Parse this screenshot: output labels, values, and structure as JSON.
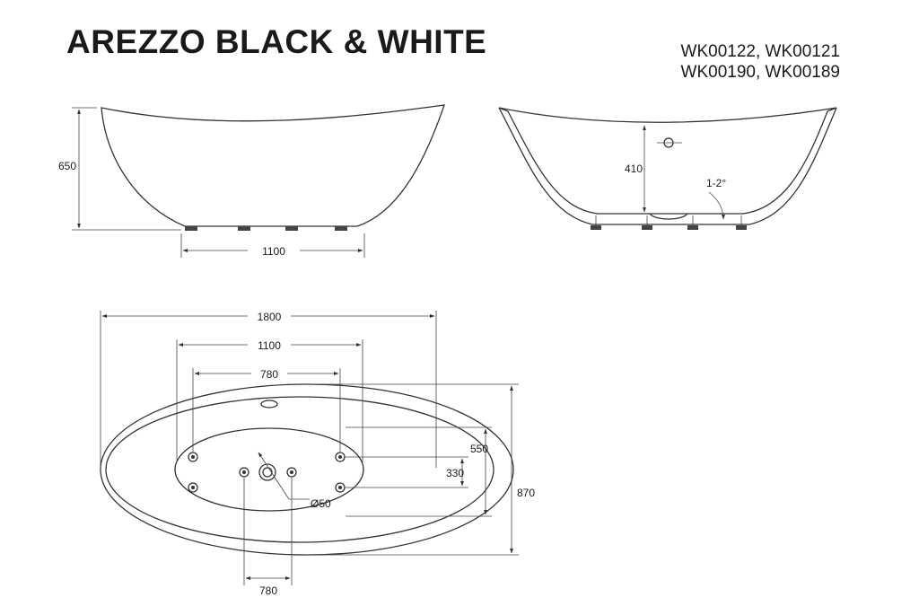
{
  "header": {
    "title": "AREZZO BLACK & WHITE",
    "codes_line1": "WK00122, WK00121",
    "codes_line2": "WK00190, WK00189"
  },
  "side_view": {
    "height_label": "650",
    "feet_span_label": "1100"
  },
  "section_view": {
    "depth_label": "410",
    "slope_label": "1-2°"
  },
  "top_view": {
    "length_label": "1800",
    "feet_outer_label": "1100",
    "feet_inner_label": "780",
    "width_label": "870",
    "feet_depth_label": "550",
    "drain_offset_label": "330",
    "drain_diameter_label": "Ø50",
    "bottom_label": "780"
  },
  "colors": {
    "line": "#333333",
    "text": "#1a1a1a"
  }
}
